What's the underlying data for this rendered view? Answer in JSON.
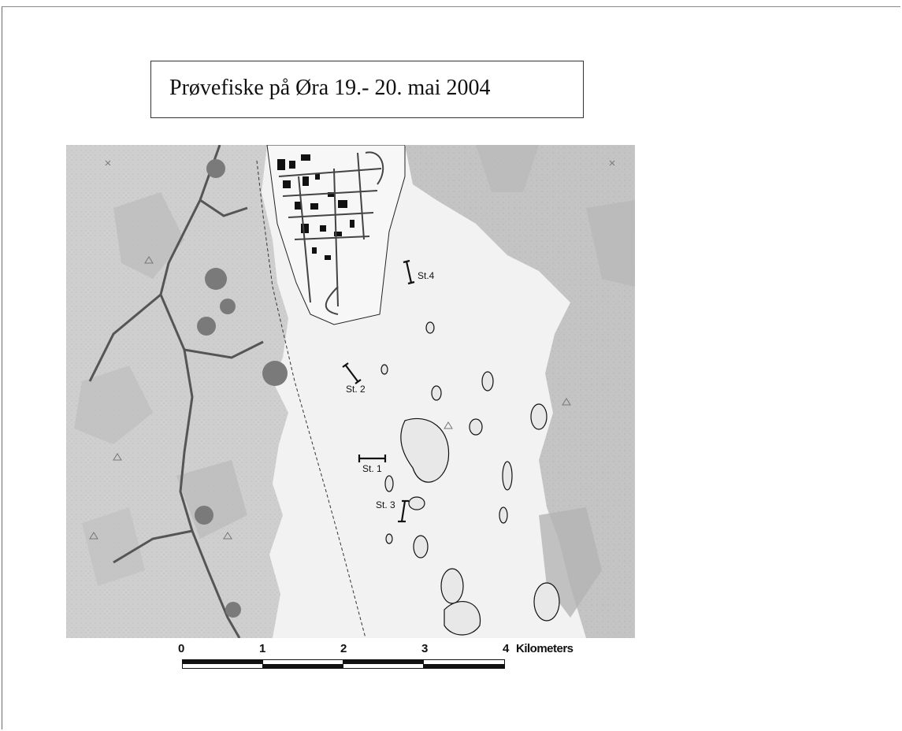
{
  "title": "Prøvefiske på Øra 19.- 20. mai 2004",
  "stations": {
    "st4": "St.4",
    "st2": "St. 2",
    "st1": "St. 1",
    "st3": "St. 3"
  },
  "scale": {
    "ticks": [
      "0",
      "1",
      "2",
      "3",
      "4"
    ],
    "units": "Kilometers"
  }
}
